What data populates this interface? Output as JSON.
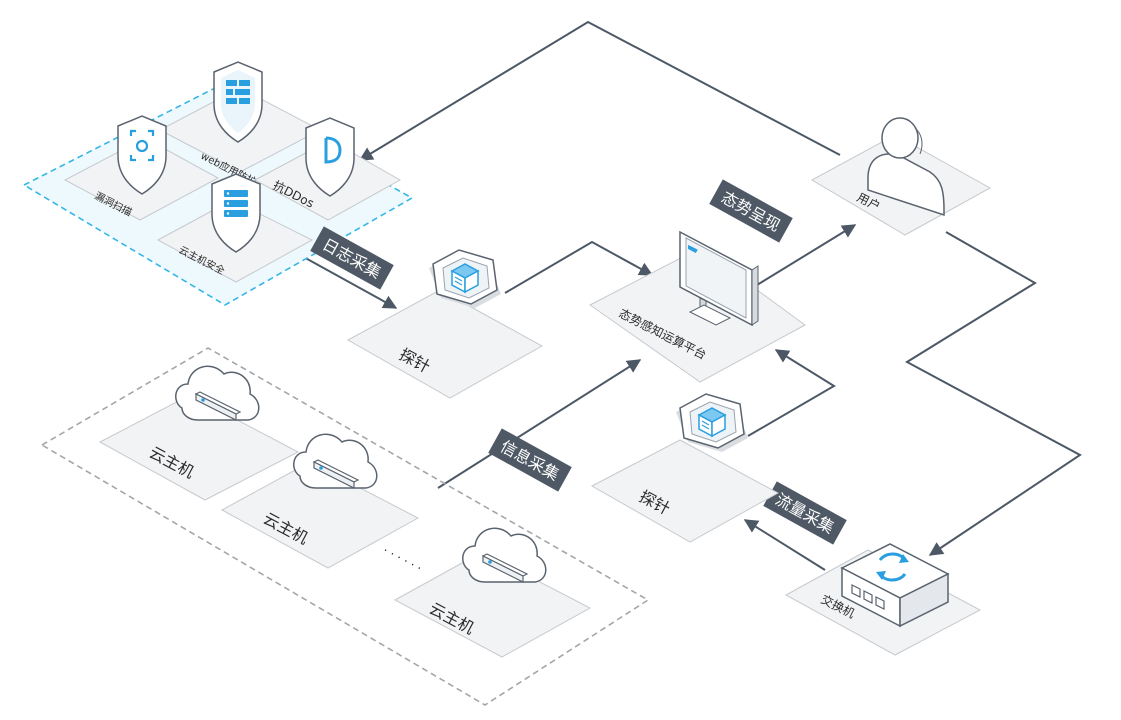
{
  "security": {
    "waf": "web应用防护",
    "vuln_scan": "漏洞扫描",
    "anti_ddos": "抗DDos",
    "host_security": "云主机安全"
  },
  "flows": {
    "log_collect": "日志采集",
    "info_collect": "信息采集",
    "traffic_collect": "流量采集",
    "presentation": "态势呈现"
  },
  "nodes": {
    "probe_top": "探针",
    "probe_bottom": "探针",
    "platform": "态势感知运算平台",
    "user": "用户",
    "switch": "交换机"
  },
  "cloud_hosts": [
    "云主机",
    "云主机",
    "云主机"
  ],
  "ellipsis": "· · · · · ·",
  "colors": {
    "accent": "#2a9fe0",
    "line": "#4d5866",
    "tag_bg": "#4f5965",
    "tile_fill": "#f2f3f5",
    "tile_stroke": "#c6cacf",
    "zone_stroke": "#35b6e6",
    "zone_fill": "#eef9fd",
    "dashed_gray": "#a3a7ab"
  },
  "icons": {
    "waf": "firewall-shield-icon",
    "vuln": "scan-shield-icon",
    "ddos": "ddos-shield-icon",
    "host": "server-shield-icon",
    "probe": "probe-hex-icon",
    "platform": "monitor-icon",
    "user": "user-icon",
    "switch": "switch-icon",
    "cloud": "cloud-server-icon"
  }
}
